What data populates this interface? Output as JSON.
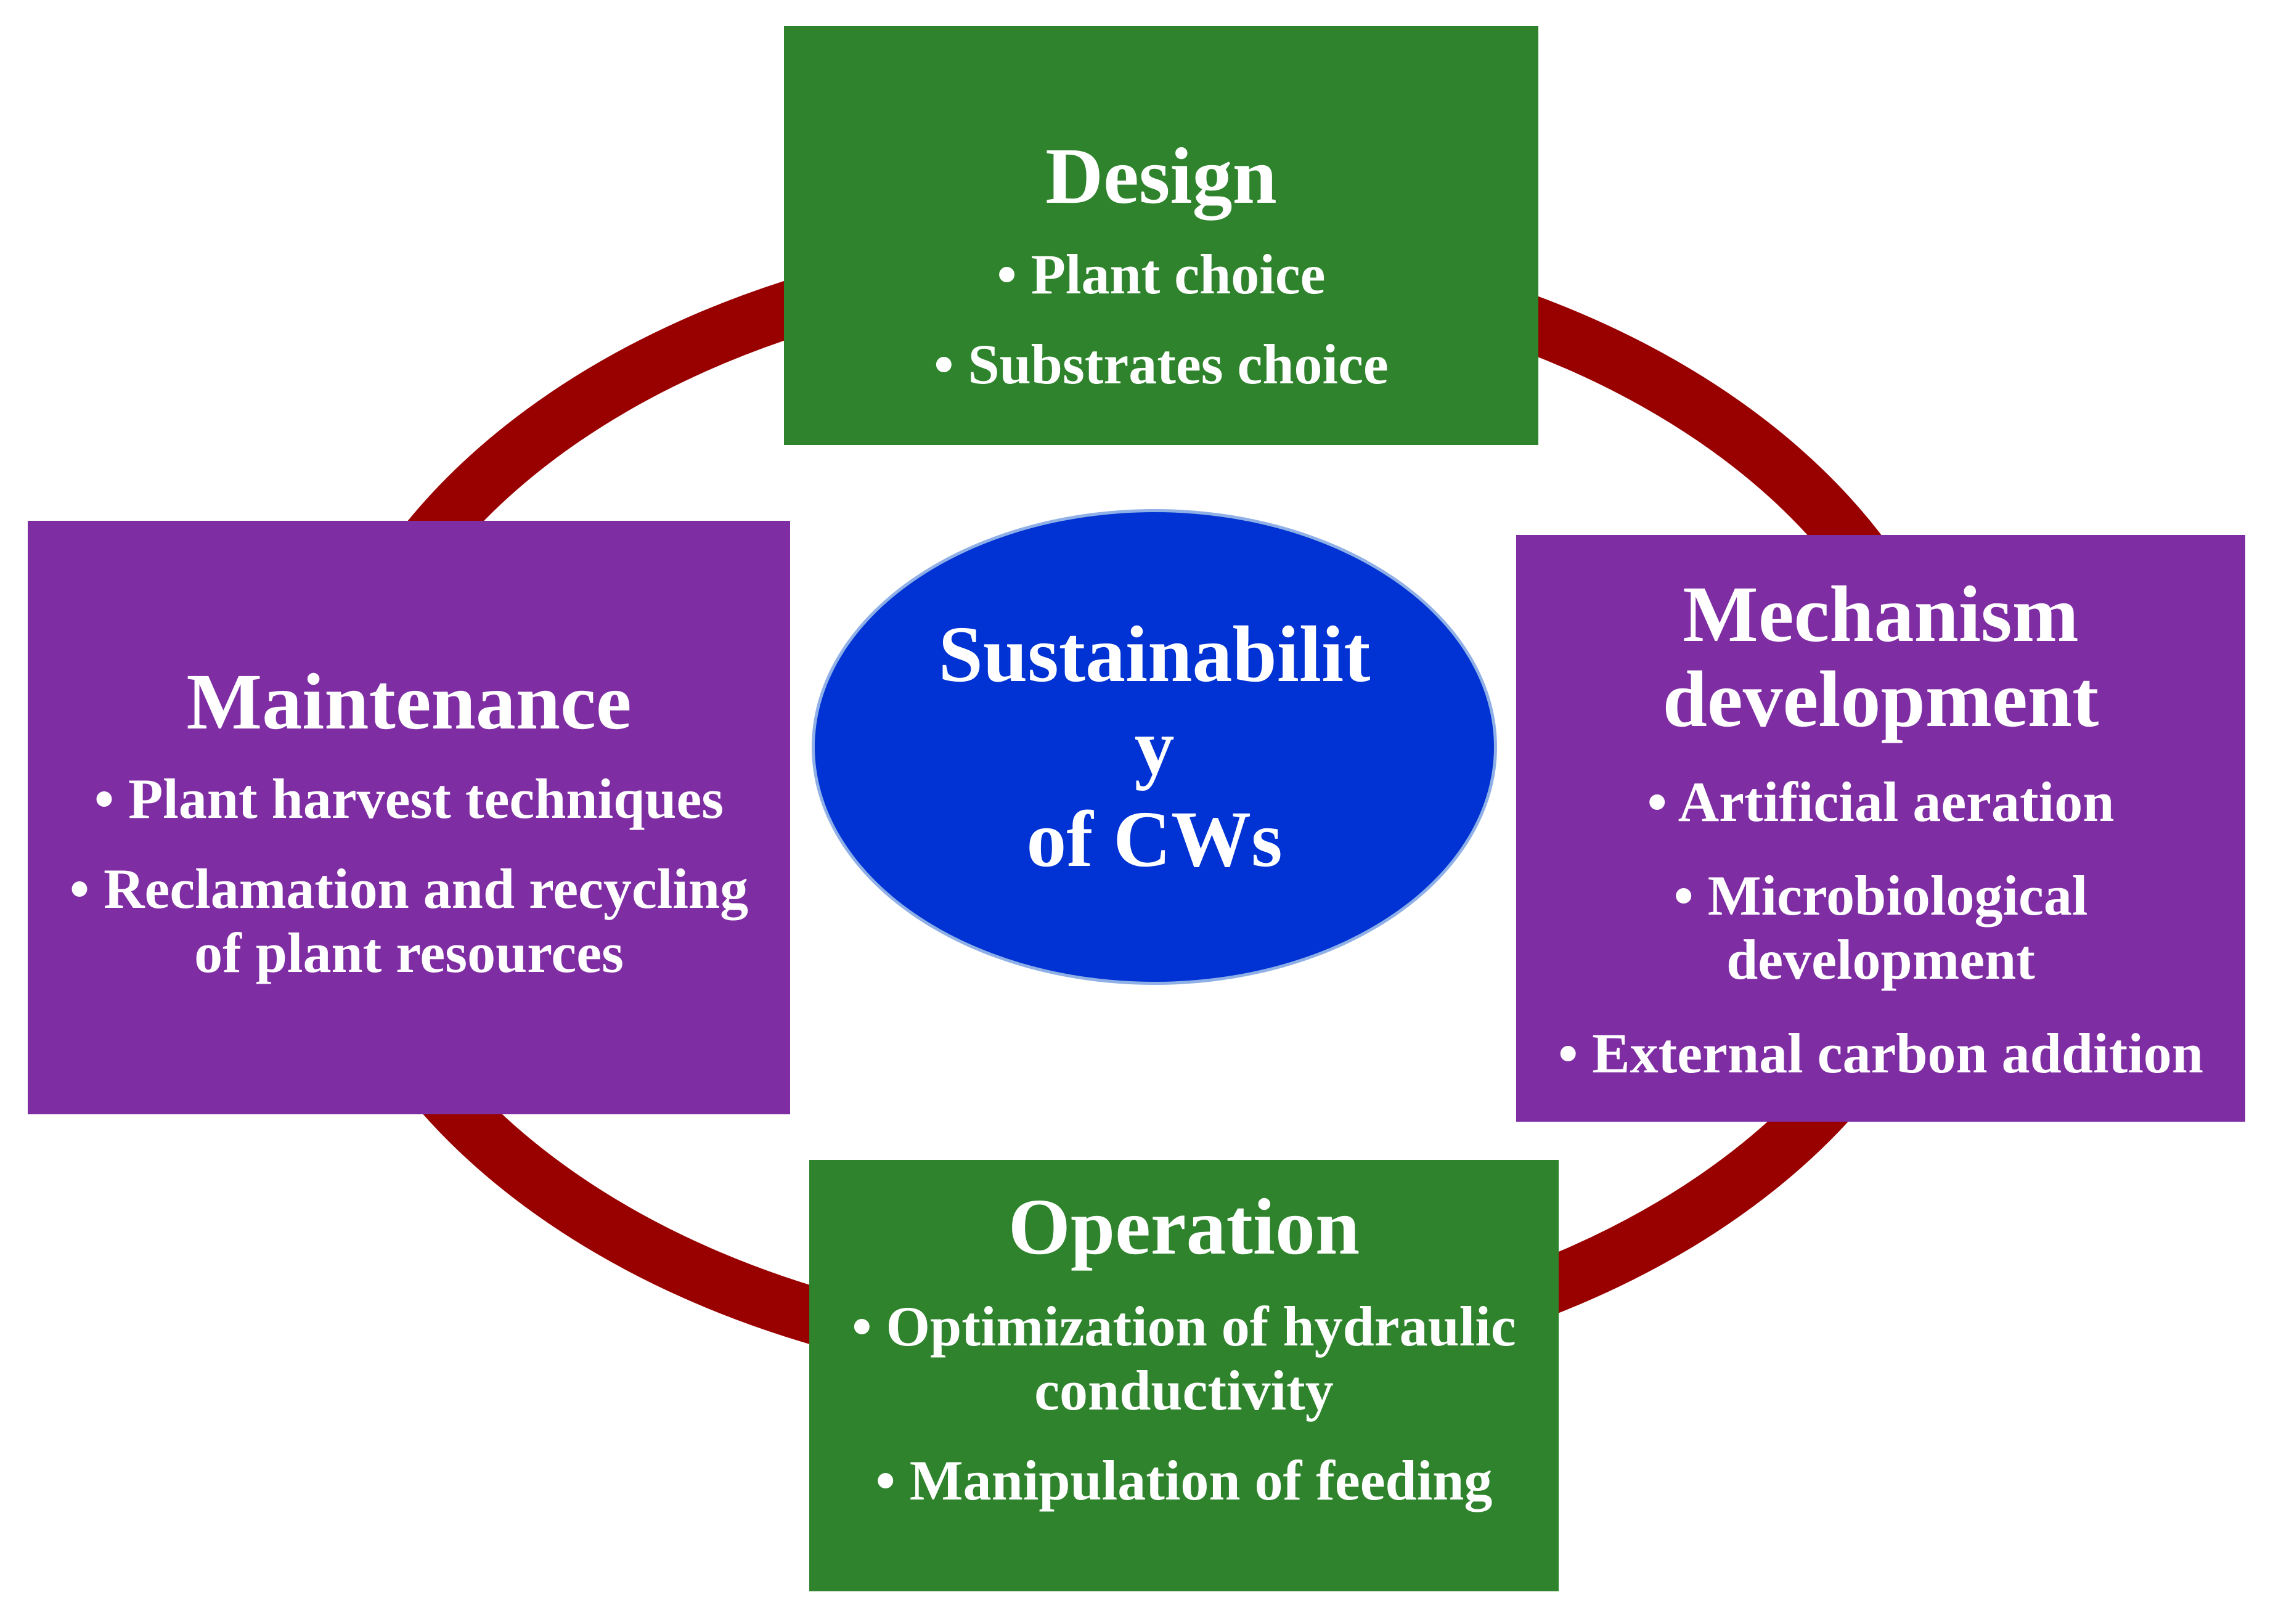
{
  "center": {
    "lines": [
      "Sustainabilit",
      "y",
      "of CWs"
    ]
  },
  "design": {
    "title": "Design",
    "items": [
      "• Plant choice",
      "• Substrates choice"
    ]
  },
  "maintenance": {
    "title": "Maintenance",
    "items": [
      "• Plant harvest techniques",
      "• Reclamation and recycling",
      "of plant resources"
    ]
  },
  "mechanism": {
    "title_lines": [
      "Mechanism",
      "development"
    ],
    "items": [
      "• Artificial aeration",
      "• Microbiological",
      "development",
      "• External carbon addition"
    ]
  },
  "operation": {
    "title": "Operation",
    "items": [
      "• Optimization of hydraulic",
      "conductivity",
      "• Manipulation of feeding"
    ]
  },
  "colors": {
    "ring": "#990000",
    "green_box": "#2e832c",
    "purple_box": "#7f2da3",
    "center": "#0032d4",
    "text": "#ffffff"
  }
}
